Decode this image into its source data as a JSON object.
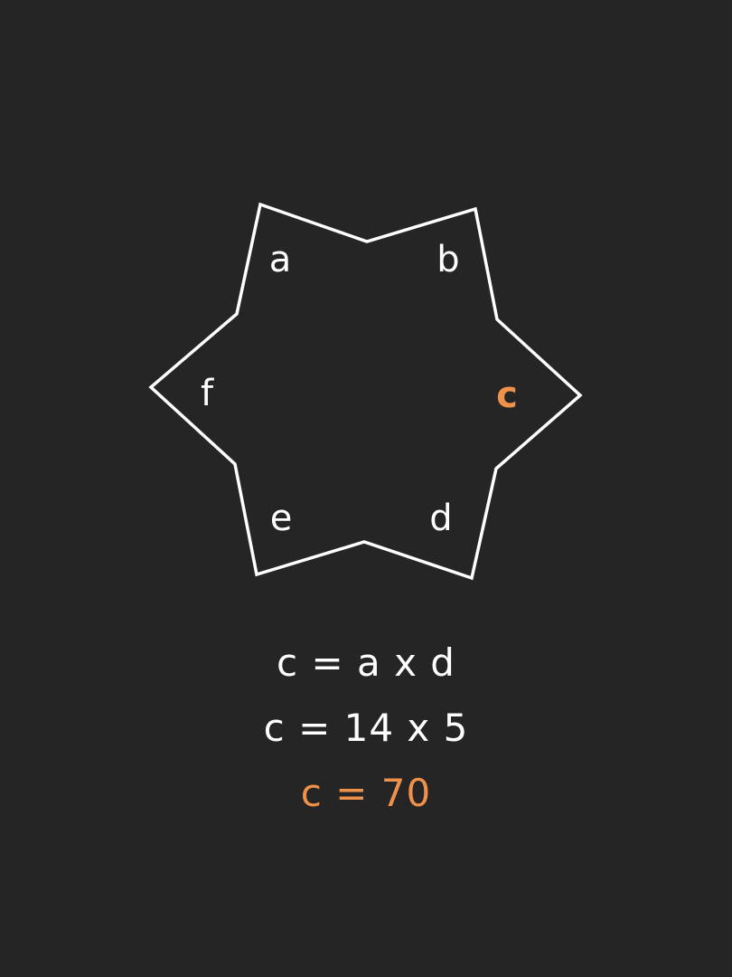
{
  "colors": {
    "background": "#252525",
    "foreground": "#ffffff",
    "accent": "#f0914a"
  },
  "shape": {
    "type": "six-pointed star outline",
    "labels": {
      "a": "a",
      "b": "b",
      "c": "c",
      "d": "d",
      "e": "e",
      "f": "f"
    },
    "highlighted_label": "c"
  },
  "equations": {
    "line1": "c = a x d",
    "line2": "c = 14 x 5",
    "line3": "c = 70"
  }
}
